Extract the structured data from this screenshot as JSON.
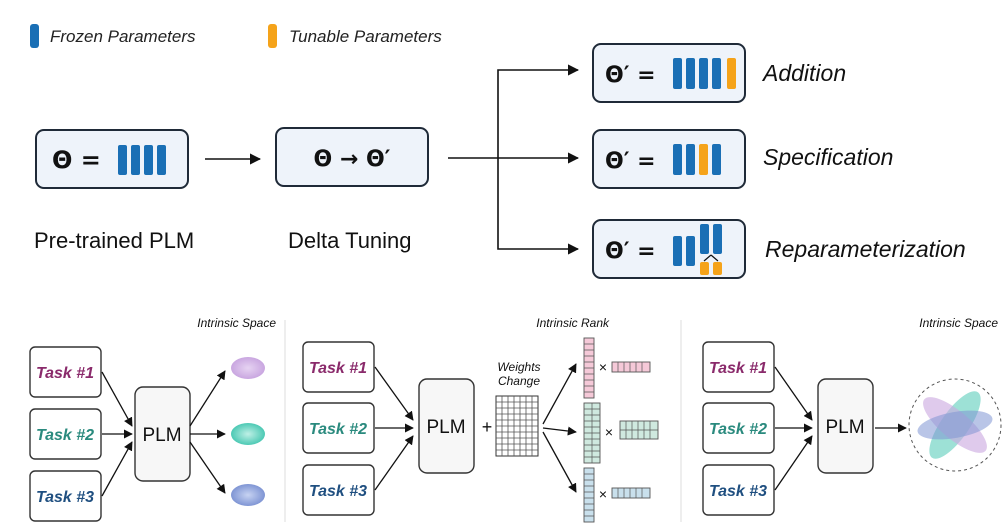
{
  "legend": {
    "frozen_label": "Frozen Parameters",
    "tunable_label": "Tunable Parameters",
    "frozen_color": "#1a6fb5",
    "tunable_color": "#f5a31a"
  },
  "top": {
    "pretrained": {
      "formula": "Θ =",
      "caption": "Pre-trained PLM"
    },
    "delta": {
      "formula": "Θ → Θ′",
      "caption": "Delta Tuning"
    },
    "methods": [
      {
        "formula": "Θ′ =",
        "label": "Addition"
      },
      {
        "formula": "Θ′ =",
        "label": "Specification"
      },
      {
        "formula": "Θ′ =",
        "label": "Reparameterization"
      }
    ]
  },
  "bottom": {
    "panels": [
      {
        "title": "Intrinsic Space",
        "plm": "PLM",
        "tasks": [
          "Task #1",
          "Task #2",
          "Task #3"
        ]
      },
      {
        "title": "Intrinsic Rank",
        "plm": "PLM",
        "tasks": [
          "Task #1",
          "Task #2",
          "Task #3"
        ],
        "plus": "+",
        "weights_line1": "Weights",
        "weights_line2": "Change",
        "times": "×"
      },
      {
        "title": "Intrinsic Space",
        "plm": "PLM",
        "tasks": [
          "Task #1",
          "Task #2",
          "Task #3"
        ]
      }
    ],
    "task_colors": [
      "#8a2a6b",
      "#2a8a7e",
      "#1f4f80"
    ]
  }
}
